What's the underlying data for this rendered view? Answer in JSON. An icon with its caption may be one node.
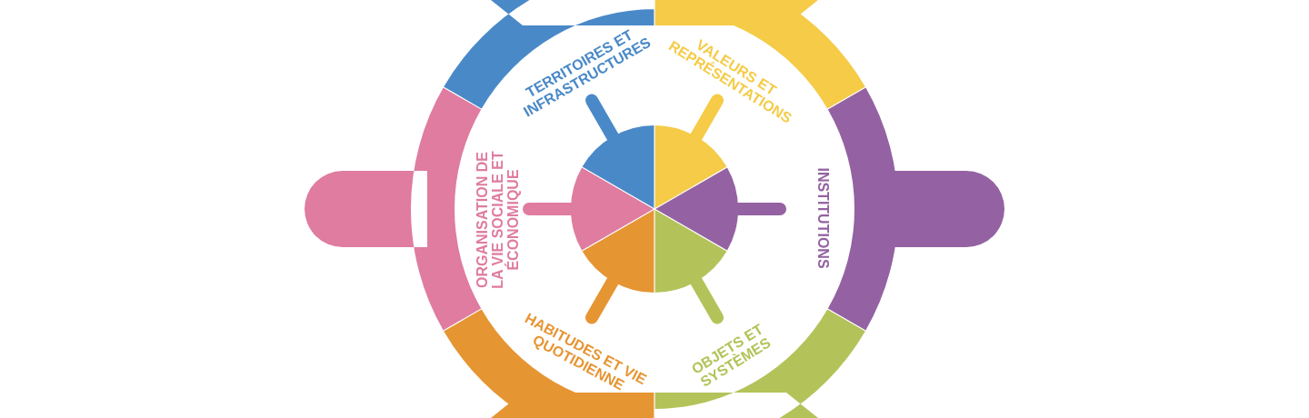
{
  "diagram": {
    "nodes": [
      {
        "text": [
          "TERRITOIRES ET INFRASTRUCTURES"
        ]
      },
      {
        "text": [
          "VALEURS ET REPRÉSENTATIONS"
        ]
      },
      {
        "text": [
          "INSTITUTIONS"
        ]
      },
      {
        "text": [
          "OBJETS ET SYSTÈMES"
        ]
      },
      {
        "text": [
          "HABITUDES ET VIE QUOTIDIENNE"
        ]
      },
      {
        "text": [
          "ORGANISATION DE LA VIE SOCIALE ET ÉCONOMIQUE"
        ]
      }
    ]
  }
}
